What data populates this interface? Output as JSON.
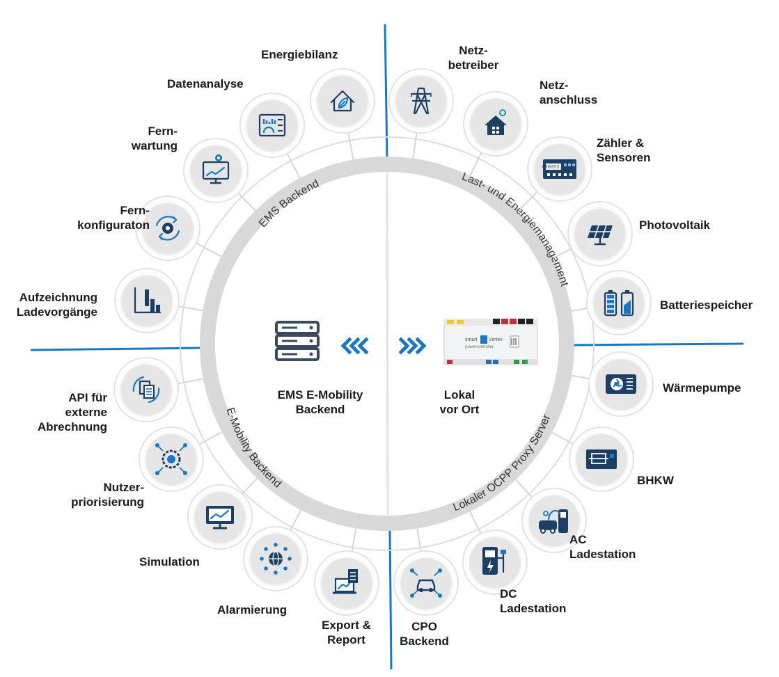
{
  "center": {
    "left_label": [
      "EMS E-Mobility",
      "Backend"
    ],
    "right_label": [
      "Lokal",
      "vor Ort"
    ],
    "device_brand": [
      "smart",
      "Vertex",
      "powercontroller"
    ],
    "meter_reading": "000653.8"
  },
  "ring_labels": {
    "top_left": "EMS Backend",
    "top_right": "Last- und Energiemanagement",
    "bottom_left": "E-Mobility Backend",
    "bottom_right": "Lokaler OCPP Proxy Server"
  },
  "nodes": [
    {
      "id": "energiebilanz",
      "label": [
        "Energiebilanz"
      ],
      "icon": "house-leaf-icon"
    },
    {
      "id": "datenanalyse",
      "label": [
        "Datenanalyse"
      ],
      "icon": "dashboard-icon"
    },
    {
      "id": "fernwartung",
      "label": [
        "Fern-",
        "wartung"
      ],
      "icon": "monitor-gear-icon"
    },
    {
      "id": "fernkonfiguration",
      "label": [
        "Fern-",
        "konfiguraton"
      ],
      "icon": "gear-refresh-icon"
    },
    {
      "id": "aufzeichnung",
      "label": [
        "Aufzeichnung",
        "Ladevorgänge"
      ],
      "icon": "bar-chart-icon"
    },
    {
      "id": "netzbetreiber",
      "label": [
        "Netz-",
        "betreiber"
      ],
      "icon": "power-pylon-icon"
    },
    {
      "id": "netzanschluss",
      "label": [
        "Netz-",
        "anschluss"
      ],
      "icon": "house-grid-icon"
    },
    {
      "id": "zaehler",
      "label": [
        "Zähler &",
        "Sensoren"
      ],
      "icon": "meter-icon"
    },
    {
      "id": "photovoltaik",
      "label": [
        "Photovoltaik"
      ],
      "icon": "solar-panel-icon"
    },
    {
      "id": "batteriespeicher",
      "label": [
        "Batteriespeicher"
      ],
      "icon": "battery-icon"
    },
    {
      "id": "api",
      "label": [
        "API für",
        "externe",
        "Abrechnung"
      ],
      "icon": "document-sync-icon"
    },
    {
      "id": "nutzerpriorisierung",
      "label": [
        "Nutzer-",
        "priorisierung"
      ],
      "icon": "gear-network-icon"
    },
    {
      "id": "simulation",
      "label": [
        "Simulation"
      ],
      "icon": "monitor-chart-icon"
    },
    {
      "id": "alarmierung",
      "label": [
        "Alarmierung"
      ],
      "icon": "globe-network-icon"
    },
    {
      "id": "export",
      "label": [
        "Export &",
        "Report"
      ],
      "icon": "laptop-report-icon"
    },
    {
      "id": "cpo",
      "label": [
        "CPO",
        "Backend"
      ],
      "icon": "car-network-icon"
    },
    {
      "id": "dc",
      "label": [
        "DC",
        "Ladestation"
      ],
      "icon": "dc-charger-icon"
    },
    {
      "id": "ac",
      "label": [
        "AC",
        "Ladestation"
      ],
      "icon": "ac-charger-icon"
    },
    {
      "id": "bhkw",
      "label": [
        "BHKW"
      ],
      "icon": "chp-unit-icon"
    },
    {
      "id": "waermepumpe",
      "label": [
        "Wärmepumpe"
      ],
      "icon": "heat-pump-icon"
    }
  ],
  "colors": {
    "accent_blue": "#1a78c2",
    "icon_dark": "#1d3f63",
    "ring_gray": "#d9d9d9",
    "circle_gray": "#e6e6e6"
  }
}
